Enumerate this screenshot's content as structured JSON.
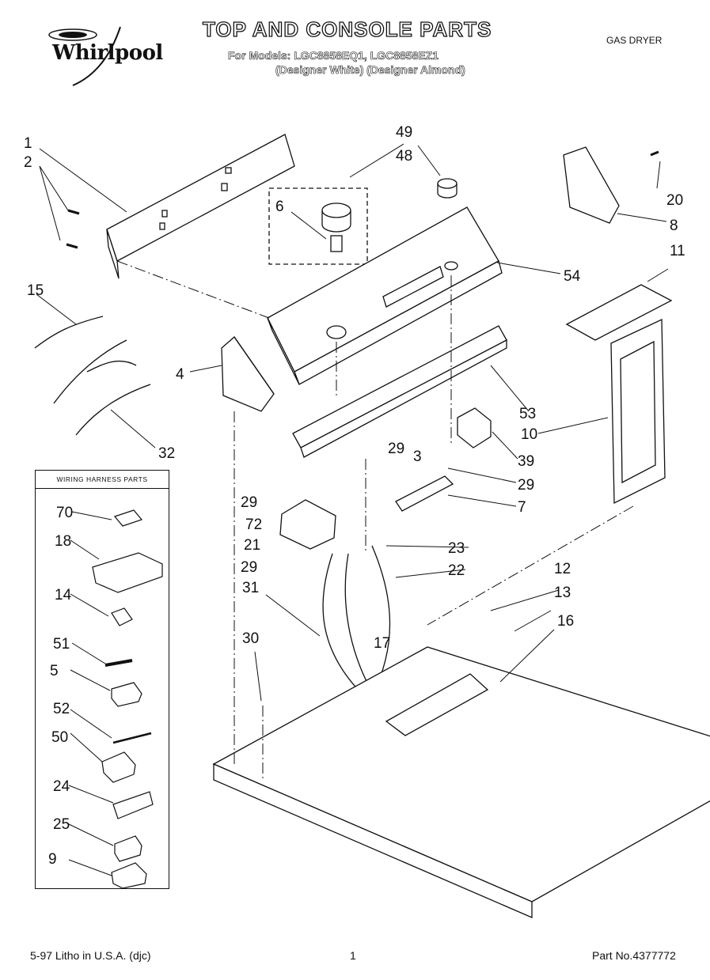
{
  "header": {
    "brand": "Whirlpool",
    "title": "TOP AND CONSOLE PARTS",
    "models": "For Models: LGC8858EQ1, LGC8858EZ1",
    "finishes": "(Designer White) (Designer Almond)",
    "product_type": "GAS DRYER"
  },
  "harness_box": {
    "title": "WIRING HARNESS PARTS"
  },
  "callouts": {
    "c1": "1",
    "c2": "2",
    "c49": "49",
    "c48": "48",
    "c6": "6",
    "c20": "20",
    "c8": "8",
    "c54": "54",
    "c11": "11",
    "c15": "15",
    "c4": "4",
    "c53": "53",
    "c10": "10",
    "c32": "32",
    "c29a": "29",
    "c3": "3",
    "c39": "39",
    "c29b": "29",
    "c29c": "29",
    "c7": "7",
    "c72": "72",
    "c21": "21",
    "c23": "23",
    "c29d": "29",
    "c22": "22",
    "c31": "31",
    "c12": "12",
    "c13": "13",
    "c17": "17",
    "c30": "30",
    "c16": "16",
    "h70": "70",
    "h18": "18",
    "h14": "14",
    "h51": "51",
    "h5": "5",
    "h52": "52",
    "h50": "50",
    "h24": "24",
    "h25": "25",
    "h9": "9"
  },
  "footer": {
    "litho": "5-97 Litho in U.S.A. (djc)",
    "page": "1",
    "part_no": "Part No.4377772"
  }
}
